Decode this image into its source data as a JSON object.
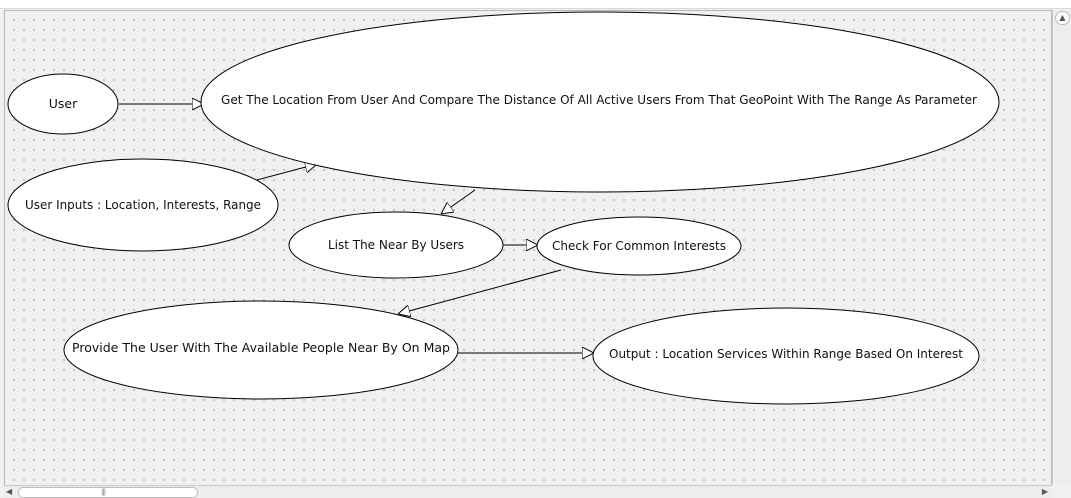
{
  "diagram": {
    "nodes": {
      "user": "User",
      "compare": "Get The Location From User And Compare The Distance Of All Active Users From That GeoPoint With The Range As Parameter",
      "inputs": "User Inputs : Location, Interests, Range",
      "nearby": "List The Near By Users",
      "common": "Check For Common Interests",
      "provide": "Provide The User With The Available People Near By On Map",
      "output": "Output : Location Services Within Range Based On Interest"
    },
    "edges": [
      {
        "from": "user",
        "to": "compare"
      },
      {
        "from": "inputs",
        "to": "compare"
      },
      {
        "from": "compare",
        "to": "nearby"
      },
      {
        "from": "nearby",
        "to": "common"
      },
      {
        "from": "common",
        "to": "provide"
      },
      {
        "from": "provide",
        "to": "output"
      }
    ]
  },
  "icons": {
    "scroll_up": "triangle-up-icon",
    "scroll_left": "triangle-left-icon",
    "scroll_right": "triangle-right-icon"
  }
}
